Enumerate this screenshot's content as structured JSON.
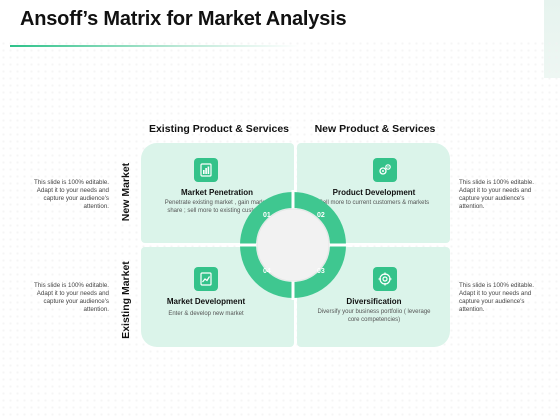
{
  "title": "Ansoff’s Matrix for Market Analysis",
  "columns": [
    "Existing Product & Services",
    "New Product & Services"
  ],
  "rows": [
    "New Market",
    "Existing Market"
  ],
  "side_note": "This slide is 100% editable. Adapt it to your needs and capture your audience's attention.",
  "quadrants": [
    {
      "number": "01",
      "title": "Market Penetration",
      "description": "Penetrate existing market , gain market share ; sell more to existing customer",
      "icon": "document-chart-icon"
    },
    {
      "number": "02",
      "title": "Product Development",
      "description": "Sell more to current customers & markets",
      "icon": "gears-icon"
    },
    {
      "number": "03",
      "title": "Diversification",
      "description": "Diversify your business portfolio ( leverage core competencies)",
      "icon": "target-icon"
    },
    {
      "number": "04",
      "title": "Market Development",
      "description": "Enter & develop new market",
      "icon": "chart-report-icon"
    }
  ],
  "colors": {
    "accent": "#34c28a",
    "quadrant_fill": "#dbf4ea",
    "ring": "#3fc790"
  }
}
